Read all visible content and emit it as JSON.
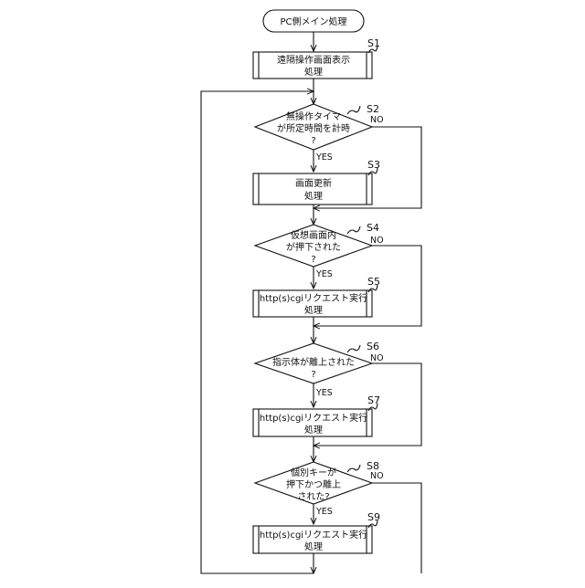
{
  "diagram": {
    "start": {
      "lines": [
        "PC側メイン処理"
      ]
    },
    "steps": [
      {
        "id": "S1",
        "kind": "process",
        "lines": [
          "遠隔操作画面表示",
          "処理"
        ]
      },
      {
        "id": "S2",
        "kind": "decision",
        "lines": [
          "無操作タイマ",
          "が所定時間を計時",
          "?"
        ],
        "yes": "YES",
        "no": "NO"
      },
      {
        "id": "S3",
        "kind": "process",
        "lines": [
          "画面更新",
          "処理"
        ]
      },
      {
        "id": "S4",
        "kind": "decision",
        "lines": [
          "仮想画面内",
          "が押下された",
          "?"
        ],
        "yes": "YES",
        "no": "NO"
      },
      {
        "id": "S5",
        "kind": "process",
        "lines": [
          "http(s)cgiリクエスト実行",
          "処理"
        ]
      },
      {
        "id": "S6",
        "kind": "decision",
        "lines": [
          "指示体が離上された",
          "?"
        ],
        "yes": "YES",
        "no": "NO"
      },
      {
        "id": "S7",
        "kind": "process",
        "lines": [
          "http(s)cgiリクエスト実行",
          "処理"
        ]
      },
      {
        "id": "S8",
        "kind": "decision",
        "lines": [
          "個別キーが",
          "押下かつ離上",
          "された?"
        ],
        "yes": "YES",
        "no": "NO"
      },
      {
        "id": "S9",
        "kind": "process",
        "lines": [
          "http(s)cgiリクエスト実行",
          "処理"
        ]
      }
    ]
  }
}
